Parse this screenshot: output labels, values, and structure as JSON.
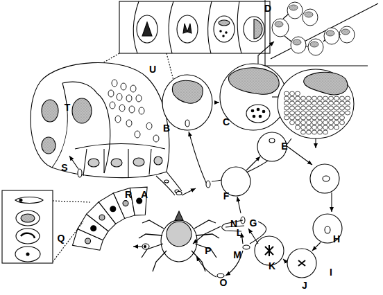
{
  "diagram": {
    "labels": [
      "A",
      "B",
      "C",
      "D",
      "E",
      "F",
      "G",
      "H",
      "I",
      "J",
      "K",
      "L",
      "M",
      "N",
      "O",
      "P",
      "Q",
      "R",
      "S",
      "T",
      "U"
    ]
  }
}
